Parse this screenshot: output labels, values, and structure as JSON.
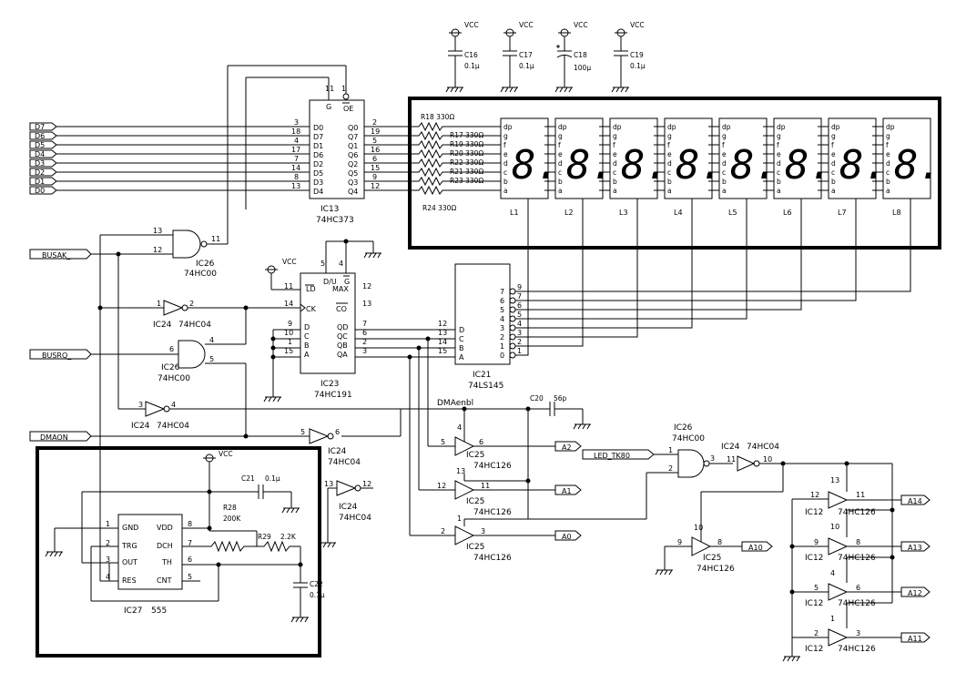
{
  "bus_inputs": [
    {
      "name": "D7"
    },
    {
      "name": "D6"
    },
    {
      "name": "D5"
    },
    {
      "name": "D4"
    },
    {
      "name": "D3"
    },
    {
      "name": "D2"
    },
    {
      "name": "D1"
    },
    {
      "name": "D0"
    }
  ],
  "control_inputs": [
    "BUSAK_",
    "BUSRQ_",
    "DMAON"
  ],
  "ic13": {
    "ref": "IC13",
    "part": "74HC373",
    "left_pins": [
      {
        "num": "3",
        "name": "D0"
      },
      {
        "num": "18",
        "name": "D7"
      },
      {
        "num": "4",
        "name": "D1"
      },
      {
        "num": "17",
        "name": "D6"
      },
      {
        "num": "7",
        "name": "D2"
      },
      {
        "num": "14",
        "name": "D5"
      },
      {
        "num": "8",
        "name": "D3"
      },
      {
        "num": "13",
        "name": "D4"
      }
    ],
    "right_pins": [
      {
        "num": "2",
        "name": "Q0"
      },
      {
        "num": "19",
        "name": "Q7"
      },
      {
        "num": "5",
        "name": "Q1"
      },
      {
        "num": "16",
        "name": "Q6"
      },
      {
        "num": "6",
        "name": "Q2"
      },
      {
        "num": "15",
        "name": "Q5"
      },
      {
        "num": "9",
        "name": "Q3"
      },
      {
        "num": "12",
        "name": "Q4"
      }
    ],
    "g_pin": "11",
    "g_name": "G",
    "oe_pin": "1",
    "oe_name": "OE"
  },
  "resistors_top": [
    "R18 330Ω",
    "R17 330Ω",
    "R19 330Ω",
    "R20 330Ω",
    "R22 330Ω",
    "R21 330Ω",
    "R23 330Ω",
    "R24 330Ω"
  ],
  "capacitors_top": [
    {
      "ref": "C16",
      "val": "0.1μ"
    },
    {
      "ref": "C17",
      "val": "0.1μ"
    },
    {
      "ref": "C18",
      "val": "100μ"
    },
    {
      "ref": "C19",
      "val": "0.1μ"
    }
  ],
  "vcc_label": "VCC",
  "displays": {
    "labels": [
      "L1",
      "L2",
      "L3",
      "L4",
      "L5",
      "L6",
      "L7",
      "L8"
    ],
    "segments": [
      "dp",
      "g",
      "f",
      "e",
      "d",
      "c",
      "b",
      "a"
    ],
    "glyph": "8."
  },
  "gate_nand_top": {
    "ref": "IC26",
    "part": "74HC00",
    "pins": [
      "13",
      "12",
      "11"
    ]
  },
  "inv1": {
    "ref": "IC24",
    "part": "74HC04",
    "pins": [
      "1",
      "2"
    ]
  },
  "gate_nand_mid": {
    "ref": "IC26",
    "part": "74HC00",
    "pins": [
      "6",
      "4",
      "5"
    ]
  },
  "inv2": {
    "ref": "IC24",
    "part": "74HC04",
    "pins": [
      "3",
      "4"
    ]
  },
  "inv3": {
    "ref": "IC24",
    "part": "74HC04",
    "pins": [
      "5",
      "6"
    ]
  },
  "inv4": {
    "ref": "IC24",
    "part": "74HC04",
    "pins": [
      "13",
      "12"
    ]
  },
  "ic23": {
    "ref": "IC23",
    "part": "74HC191",
    "pins_left": [
      {
        "num": "11",
        "name": "LD"
      },
      {
        "num": "14",
        "name": "CK"
      },
      {
        "num": "9",
        "name": "D"
      },
      {
        "num": "10",
        "name": "C"
      },
      {
        "num": "1",
        "name": "B"
      },
      {
        "num": "15",
        "name": "A"
      }
    ],
    "pins_right": [
      {
        "num": "12",
        "name": "MAX"
      },
      {
        "num": "13",
        "name": "CO"
      },
      {
        "num": "7",
        "name": "QD"
      },
      {
        "num": "6",
        "name": "QC"
      },
      {
        "num": "2",
        "name": "QB"
      },
      {
        "num": "3",
        "name": "QA"
      }
    ],
    "top_pins": [
      {
        "num": "5",
        "name": "D/U"
      },
      {
        "num": "4",
        "name": "G"
      }
    ]
  },
  "ic21": {
    "ref": "IC21",
    "part": "74LS145",
    "inputs": [
      {
        "num": "12",
        "name": "D"
      },
      {
        "num": "13",
        "name": "C"
      },
      {
        "num": "14",
        "name": "B"
      },
      {
        "num": "15",
        "name": "A"
      }
    ],
    "outputs": [
      {
        "num": "9",
        "name": "7"
      },
      {
        "num": "7",
        "name": "6"
      },
      {
        "num": "6",
        "name": "5"
      },
      {
        "num": "5",
        "name": "4"
      },
      {
        "num": "4",
        "name": "3"
      },
      {
        "num": "3",
        "name": "2"
      },
      {
        "num": "2",
        "name": "1"
      },
      {
        "num": "1",
        "name": "0"
      }
    ]
  },
  "dmaenbl": "DMAenbl",
  "c20": {
    "ref": "C20",
    "val": "56p"
  },
  "buf_a2": {
    "ref": "IC25",
    "part": "74HC126",
    "pins": [
      "5",
      "4",
      "6"
    ],
    "out": "A2"
  },
  "buf_a1": {
    "ref": "IC25",
    "part": "74HC126",
    "pins": [
      "12",
      "13",
      "11"
    ],
    "out": "A1"
  },
  "buf_a0": {
    "ref": "IC25",
    "part": "74HC126",
    "pins": [
      "2",
      "1",
      "3"
    ],
    "out": "A0"
  },
  "led_tk80": "LED_TK80",
  "nand_right": {
    "ref": "IC26",
    "part": "74HC00",
    "pins": [
      "1",
      "2",
      "3"
    ]
  },
  "inv_right": {
    "ref": "IC24",
    "part": "74HC04",
    "pins": [
      "11",
      "10"
    ]
  },
  "buf_a10": {
    "ref": "IC25",
    "part": "74HC126",
    "pins": [
      "9",
      "10",
      "8"
    ],
    "out": "A10"
  },
  "buf_a14": {
    "ref": "IC12",
    "part": "74HC126",
    "pins": [
      "12",
      "13",
      "11"
    ],
    "out": "A14"
  },
  "buf_a13": {
    "ref": "IC12",
    "part": "74HC126",
    "pins": [
      "9",
      "10",
      "8"
    ],
    "out": "A13"
  },
  "buf_a12": {
    "ref": "IC12",
    "part": "74HC126",
    "pins": [
      "5",
      "4",
      "6"
    ],
    "out": "A12"
  },
  "buf_a11": {
    "ref": "IC12",
    "part": "74HC126",
    "pins": [
      "2",
      "1",
      "3"
    ],
    "out": "A11"
  },
  "timer": {
    "ref": "IC27",
    "part": "555",
    "left_pins": [
      {
        "num": "1",
        "name": "GND"
      },
      {
        "num": "2",
        "name": "TRG"
      },
      {
        "num": "3",
        "name": "OUT"
      },
      {
        "num": "4",
        "name": "RES"
      }
    ],
    "right_pins": [
      {
        "num": "8",
        "name": "VDD"
      },
      {
        "num": "7",
        "name": "DCH"
      },
      {
        "num": "6",
        "name": "TH"
      },
      {
        "num": "5",
        "name": "CNT"
      }
    ],
    "c21": {
      "ref": "C21",
      "val": "0.1μ"
    },
    "r28": {
      "ref": "R28",
      "val": "200K"
    },
    "r29": {
      "ref": "R29",
      "val": "2.2K"
    },
    "c22": {
      "ref": "C22",
      "val": "0.1μ"
    }
  }
}
